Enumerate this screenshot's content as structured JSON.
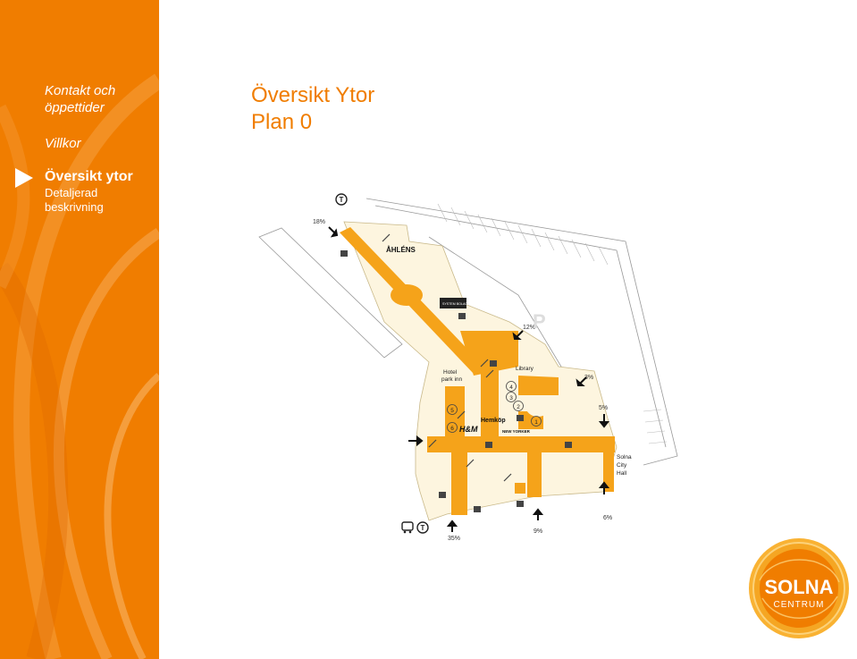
{
  "sidebar": {
    "items": [
      {
        "label": "Kontakt och öppettider"
      },
      {
        "label": "Villkor"
      },
      {
        "label": "Översikt ytor",
        "active": true
      },
      {
        "label": "Detaljerad beskrivning"
      }
    ]
  },
  "page": {
    "title_line1": "Översikt Ytor",
    "title_line2": "Plan 0"
  },
  "map": {
    "stores": {
      "ahlens": "ÅHLÉNS",
      "systembolaget": "SYSTEM BOLAGET",
      "hotel": "Hotel",
      "park_inn": "park inn",
      "library": "Library",
      "hemkop": "Hemköp",
      "hm": "H&M",
      "newyorker": "NEW YORKER",
      "city_hall": [
        "Solna",
        "City",
        "Hall"
      ]
    },
    "entrances": [
      "1",
      "2",
      "3",
      "4",
      "5",
      "6"
    ],
    "percentages": {
      "nw": "18%",
      "parking_ne": "12%",
      "east": "3%",
      "east_lower": "5%",
      "south_east": "6%",
      "south_mid": "9%",
      "south_west": "35%"
    },
    "parking_symbol": "P",
    "transit_symbol": "T",
    "icons": [
      "escalator-icon",
      "toilet-icon",
      "bus-icon",
      "metro-icon",
      "arrow-icon"
    ]
  },
  "logo": {
    "name": "SOLNA",
    "subtitle": "CENTRUM"
  },
  "colors": {
    "brand_orange": "#f07d00",
    "map_fill": "#fdf5df",
    "corridor": "#f5a31a"
  }
}
